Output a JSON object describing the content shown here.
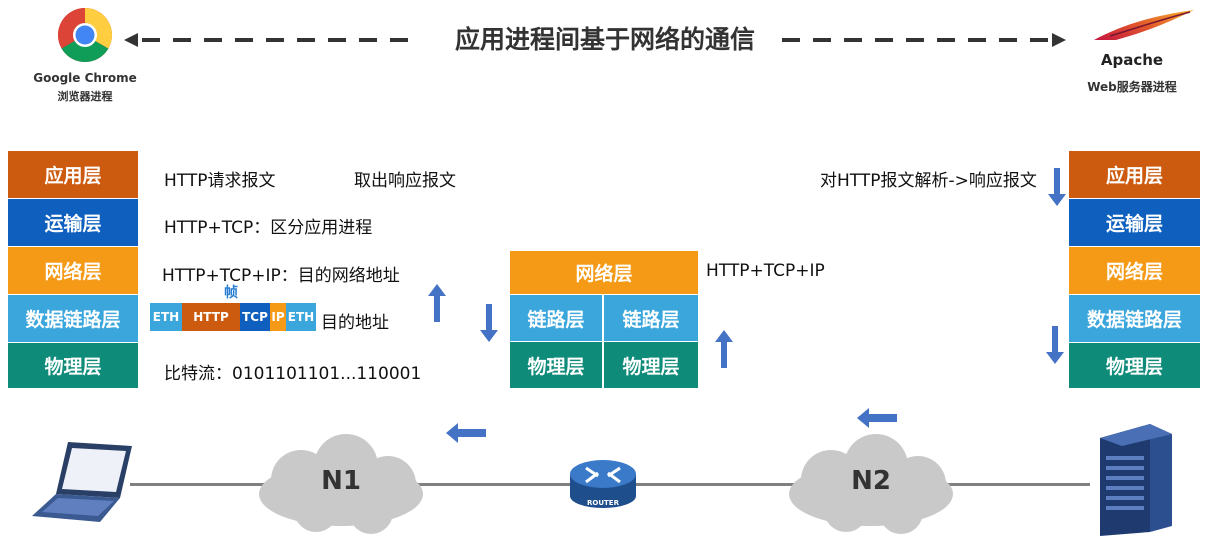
{
  "header": {
    "title": "应用进程间基于网络的通信",
    "left_logo": {
      "icon": "chrome-icon",
      "name": "Google Chrome",
      "caption": "浏览器进程"
    },
    "right_logo": {
      "icon": "apache-feather-icon",
      "name": "Apache",
      "caption": "Web服务器进程"
    }
  },
  "left_stack": [
    "应用层",
    "运输层",
    "网络层",
    "数据链路层",
    "物理层"
  ],
  "router_stack": {
    "top": "网络层",
    "link_left": "链路层",
    "link_right": "链路层",
    "phy_left": "物理层",
    "phy_right": "物理层"
  },
  "right_stack": [
    "应用层",
    "运输层",
    "网络层",
    "数据链路层",
    "物理层"
  ],
  "annotations": {
    "http_request": "HTTP请求报文",
    "take_response": "取出响应报文",
    "http_tcp": "HTTP+TCP：区分应用进程",
    "http_tcp_ip": "HTTP+TCP+IP：目的网络地址",
    "frame_label": "帧",
    "dest_addr": "目的地址",
    "bitstream": "比特流：0101101101...110001",
    "router_label": "HTTP+TCP+IP",
    "server_parse": "对HTTP报文解析->响应报文"
  },
  "frame": [
    "ETH",
    "HTTP",
    "TCP",
    "IP",
    "ETH"
  ],
  "network": {
    "cloud1": "N1",
    "cloud2": "N2",
    "router": "ROUTER"
  },
  "colors": {
    "app": "#cc5a0f",
    "transport": "#0f5fbf",
    "network": "#f59a16",
    "link": "#3aa6dc",
    "physical": "#0f8b7a",
    "arrow": "#4472c4"
  }
}
